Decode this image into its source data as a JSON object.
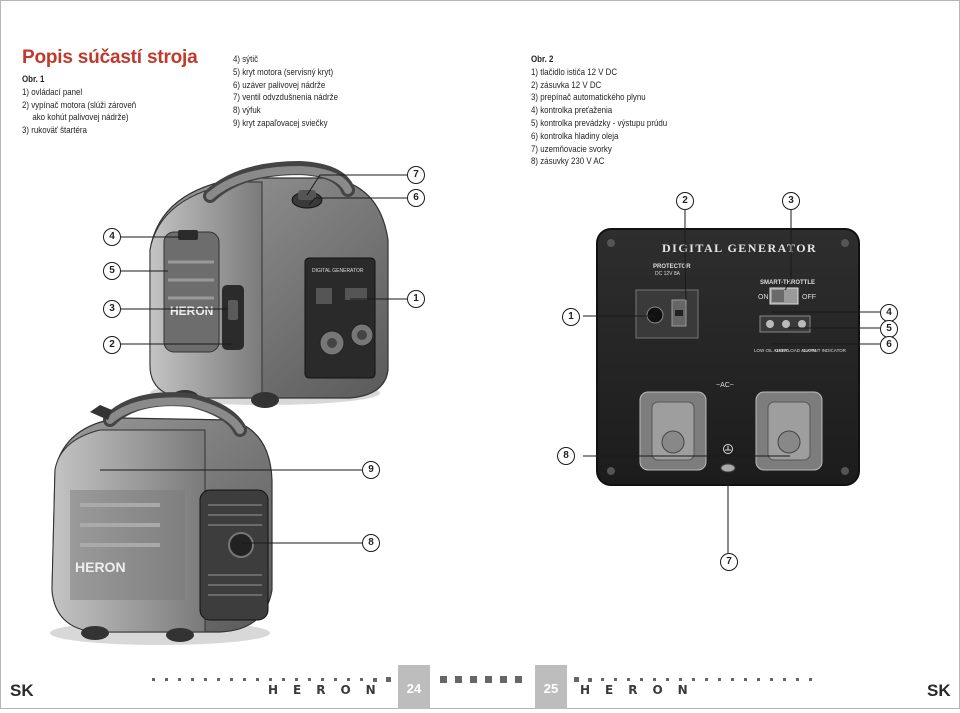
{
  "left": {
    "title": "Popis súčastí stroja",
    "fig1_label": "Obr. 1",
    "fig1_items": [
      "1)  ovládací panel",
      "2)  vypínač motora (slúži zároveň",
      "     ako kohút palivovej nádrže)",
      "3)  rukoväť štartéra"
    ],
    "fig1_items_cont": [
      "4)  sýtič",
      "5)  kryt motora (servisný kryt)",
      "6)  uzáver palivovej nádrže",
      "7)  ventil odvzdušnenia nádrže",
      "8)  výfuk",
      "9)  kryt zapaľovacej sviečky"
    ],
    "callouts": [
      "7",
      "6",
      "4",
      "5",
      "1",
      "3",
      "2",
      "9",
      "8"
    ]
  },
  "right": {
    "fig2_label": "Obr. 2",
    "fig2_items": [
      "1)  tlačidlo ističa 12 V DC",
      "2)  zásuvka 12 V DC",
      "3)  prepínač automatického plynu",
      "4)  kontrolka preťaženia",
      "5)  kontrolka prevádzky - výstupu prúdu",
      "6)  kontrolka hladiny oleja",
      "7)  uzemňovacie svorky",
      "8)  zásuvky 230 V AC"
    ],
    "panel": {
      "title": "DIGITAL GENERATOR",
      "protector": "PROTECTOR",
      "protector_sub": "DC 12V 8A",
      "smart_throttle": "SMART-THROTTLE",
      "on": "ON",
      "off": "OFF",
      "low_oil": "LOW OIL ALERT",
      "overload": "OVERLOAD ALARM",
      "output": "OUTPUT INDICATOR",
      "ac": "~AC~"
    },
    "callouts": [
      "2",
      "3",
      "1",
      "4",
      "5",
      "6",
      "8",
      "7"
    ]
  },
  "footer": {
    "lang_left": "SK",
    "lang_right": "SK",
    "brand_left": "HERON",
    "brand_right": "HERON",
    "page_left": "24",
    "page_right": "25"
  },
  "colors": {
    "title": "#c0392b",
    "page_box": "#bdbdbd"
  },
  "icons": [
    "generator-photo",
    "control-panel-photo",
    "ground-symbol-icon"
  ]
}
